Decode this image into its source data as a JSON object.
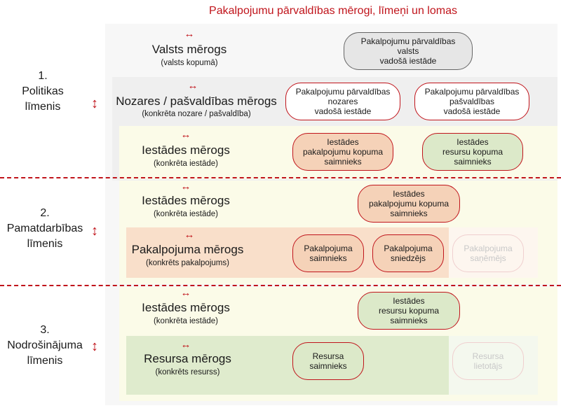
{
  "title": "Pakalpojumu pārvaldības mērogi, līmeņi un lomas",
  "arrow_h": "↔",
  "arrow_v": "↕",
  "levels": [
    {
      "num": "1.",
      "name": "Politikas",
      "suffix": "līmenis"
    },
    {
      "num": "2.",
      "name": "Pamatdarbības",
      "suffix": "līmenis"
    },
    {
      "num": "3.",
      "name": "Nodrošinājuma",
      "suffix": "līmenis"
    }
  ],
  "scales": {
    "valsts": {
      "name": "Valsts mērogs",
      "desc": "(valsts kopumā)"
    },
    "nozares": {
      "name": "Nozares / pašvaldības mērogs",
      "desc": "(konkrēta nozare / pašvaldība)"
    },
    "iestades1": {
      "name": "Iestādes mērogs",
      "desc": "(konkrēta iestāde)"
    },
    "iestades2": {
      "name": "Iestādes mērogs",
      "desc": "(konkrēta iestāde)"
    },
    "pakalpojuma": {
      "name": "Pakalpojuma mērogs",
      "desc": "(konkrēts pakalpojums)"
    },
    "iestades3": {
      "name": "Iestādes mērogs",
      "desc": "(konkrēta iestāde)"
    },
    "resursa": {
      "name": "Resursa mērogs",
      "desc": "(konkrēts resurss)"
    }
  },
  "roles": {
    "valsts_iestade": [
      "Pakalpojumu pārvaldības",
      "valsts",
      "vadošā iestāde"
    ],
    "nozares_iestade": [
      "Pakalpojumu pārvaldības",
      "nozares",
      "vadošā iestāde"
    ],
    "pasvaldibas_iestade": [
      "Pakalpojumu pārvaldības",
      "pašvaldības",
      "vadošā iestāde"
    ],
    "pak_kopuma_saimnieks_1": [
      "Iestādes",
      "pakalpojumu kopuma",
      "saimnieks"
    ],
    "res_kopuma_saimnieks_1": [
      "Iestādes",
      "resursu kopuma",
      "saimnieks"
    ],
    "pak_kopuma_saimnieks_2": [
      "Iestādes",
      "pakalpojumu kopuma",
      "saimnieks"
    ],
    "pak_saimnieks": [
      "Pakalpojuma",
      "saimnieks"
    ],
    "pak_sniedzejs": [
      "Pakalpojuma",
      "sniedzējs"
    ],
    "pak_sanemejs": [
      "Pakalpojuma",
      "saņēmējs"
    ],
    "res_kopuma_saimnieks_2": [
      "Iestādes",
      "resursu kopuma",
      "saimnieks"
    ],
    "res_saimnieks": [
      "Resursa",
      "saimnieks"
    ],
    "res_lietotajs": [
      "Resursa",
      "lietotājs"
    ]
  },
  "colors": {
    "accent": "#c0141b",
    "panel_outer": "#f7f7f7",
    "panel_mid": "#efefef",
    "panel_yellow": "#fbfbe8",
    "panel_orange": "#f9dfca",
    "panel_green": "#dfebcd",
    "role_orange": "#f5d2b8",
    "role_green": "#dce9c9"
  }
}
